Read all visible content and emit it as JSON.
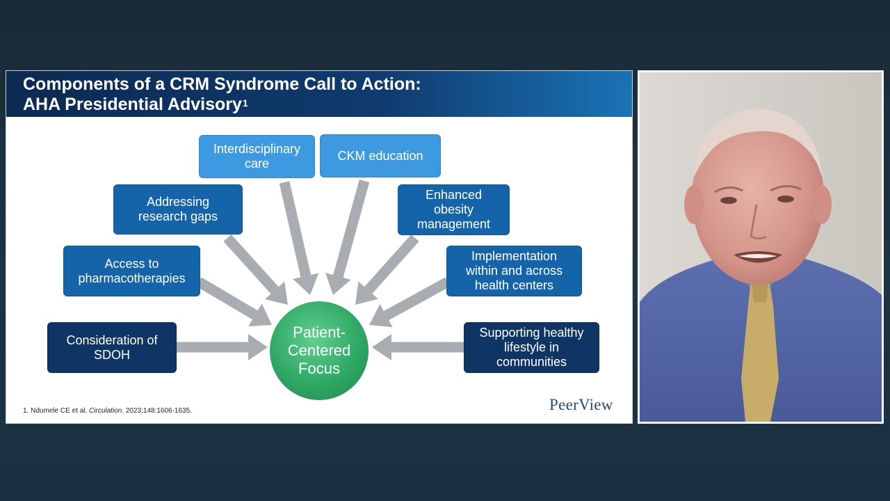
{
  "slide": {
    "title_line1": "Components of a CRM Syndrome Call to Action:",
    "title_line2": "AHA Presidential Advisory",
    "title_superscript": "1",
    "center": {
      "lines": [
        "Patient-",
        "Centered",
        "Focus"
      ],
      "color": "#2fa865"
    },
    "nodes": [
      {
        "id": "interdisciplinary-care",
        "lines": [
          "Interdisciplinary",
          "care"
        ]
      },
      {
        "id": "ckm-education",
        "lines": [
          "CKM education"
        ]
      },
      {
        "id": "addressing-research-gaps",
        "lines": [
          "Addressing",
          "research gaps"
        ]
      },
      {
        "id": "enhanced-obesity-management",
        "lines": [
          "Enhanced",
          "obesity",
          "management"
        ]
      },
      {
        "id": "access-to-pharmacotherapies",
        "lines": [
          "Access to",
          "pharmacotherapies"
        ]
      },
      {
        "id": "implementation-health-centers",
        "lines": [
          "Implementation",
          "within and across",
          "health centers"
        ]
      },
      {
        "id": "consideration-of-sdoh",
        "lines": [
          "Consideration of",
          "SDOH"
        ]
      },
      {
        "id": "supporting-healthy-lifestyle",
        "lines": [
          "Supporting healthy",
          "lifestyle in",
          "communities"
        ]
      }
    ],
    "footnote": {
      "prefix": "1. Ndumele CE et al. ",
      "journal": "Circulation",
      "suffix": ". 2023;148:1606-1635."
    },
    "logo_text": "PeerView"
  },
  "colors": {
    "banner_dark": "#0c2a52",
    "banner_light": "#1a73b5",
    "node_light": "#3d9ae0",
    "node_mid": "#1563a8",
    "node_dark": "#0f3564",
    "arrow": "#a9adb2",
    "background": "#1a2a37"
  }
}
